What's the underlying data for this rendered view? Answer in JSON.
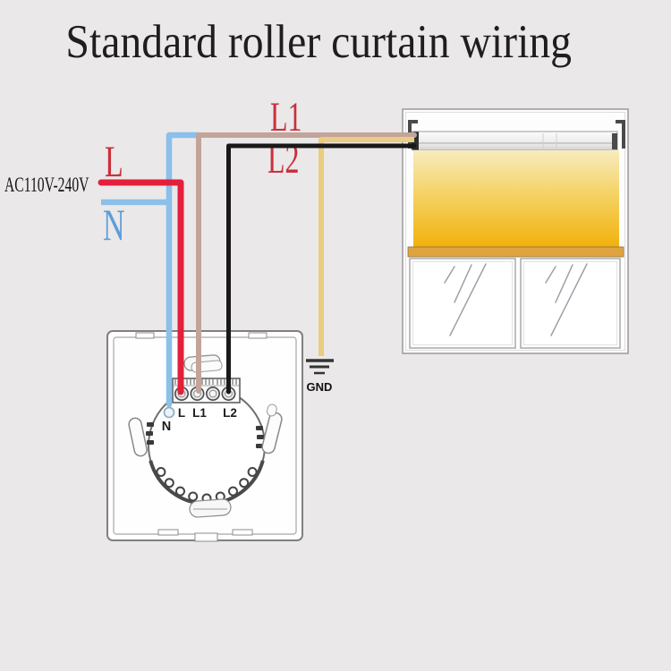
{
  "title": "Standard roller curtain wiring",
  "source_labels": {
    "supply": "AC110V-240V",
    "live": "L",
    "neutral": "N",
    "line1": "L1",
    "line2": "L2"
  },
  "ground": {
    "label": "GND"
  },
  "switch_panel": {
    "terminal_live": "L",
    "terminal_line1": "L1",
    "terminal_line2": "L2",
    "terminal_neutral": "N"
  },
  "colors": {
    "background": "#EAE8E9",
    "title_text": "#1E1E1E",
    "label_red": "#C9303C",
    "label_blue": "#5E9DD8",
    "wire_live": "#E3203B",
    "wire_neutral": "#8AC0EA",
    "wire_l1": "#C2A49B",
    "wire_l2": "#191919",
    "wire_ground": "#EACC82",
    "blind_top": "#F7ECBE",
    "blind_mid": "#F5D264",
    "blind_bottom": "#F2B10A",
    "blind_bar": "#E1A33F"
  }
}
